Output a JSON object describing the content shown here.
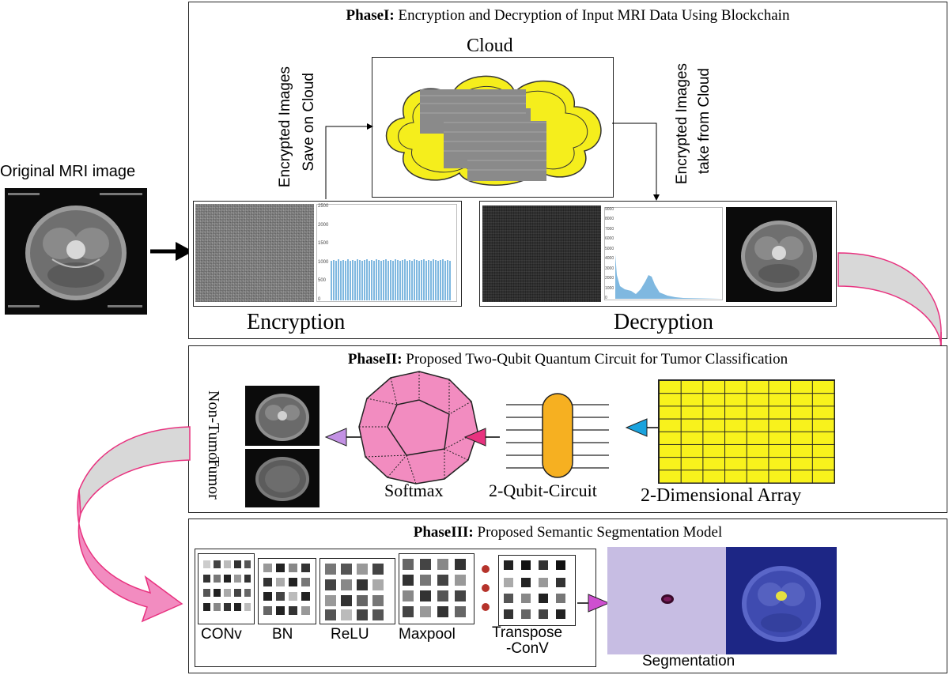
{
  "left_label": "Original MRI image",
  "phase1": {
    "title_bold": "PhaseI:",
    "title_rest": " Encryption and Decryption of Input MRI Data Using Blockchain",
    "cloud_label": "Cloud",
    "save_label_line1": "Encrypted Images",
    "save_label_line2": "Save on Cloud",
    "take_label_line1": "Encrypted Images",
    "take_label_line2": "take from Cloud",
    "encryption_label": "Encryption",
    "decryption_label": "Decryption",
    "enc_hist_ticks": [
      "2500",
      "2000",
      "1500",
      "1000",
      "500",
      "0"
    ],
    "dec_hist_ticks": [
      "9000",
      "8000",
      "7000",
      "6000",
      "5000",
      "4000",
      "3000",
      "2000",
      "1000",
      "0"
    ]
  },
  "phase2": {
    "title_bold": "PhaseII:",
    "title_rest": " Proposed Two-Qubit Quantum Circuit for Tumor Classification",
    "non_tumor": "Non-Tumor",
    "tumor": "Tumor",
    "softmax": "Softmax",
    "circuit": "2-Qubit-Circuit",
    "array": "2-Dimensional Array"
  },
  "phase3": {
    "title_bold": "PhaseIII:",
    "title_rest": " Proposed Semantic Segmentation Model",
    "layers": [
      "CONv",
      "BN",
      "ReLU",
      "Maxpool"
    ],
    "transpose_line1": "Transpose",
    "transpose_line2": "-ConV",
    "segmentation": "Segmentation"
  },
  "colors": {
    "cloud_yellow": "#f5ee1c",
    "array_yellow": "#f8f21c",
    "circuit_orange": "#f6b021",
    "softmax_pink": "#f28cc0",
    "arrow_pink": "#e8327f",
    "arrow_blue": "#1aa3de",
    "arrow_violet": "#c391e4",
    "arrow_magenta": "#ce4fd0",
    "seg_bg": "#c7bde3"
  }
}
